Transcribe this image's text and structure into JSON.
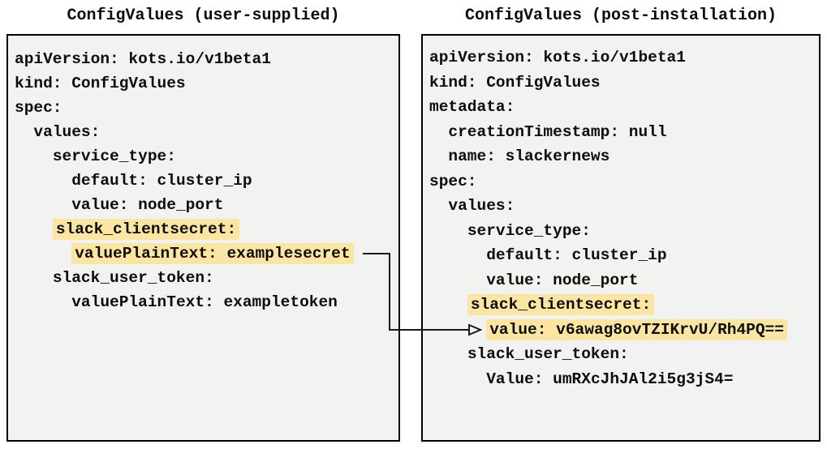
{
  "diagram": {
    "left_panel": {
      "title": "ConfigValues (user-supplied)",
      "lines": [
        {
          "indent": 0,
          "text": "apiVersion: kots.io/v1beta1",
          "highlight": false
        },
        {
          "indent": 0,
          "text": "kind: ConfigValues",
          "highlight": false
        },
        {
          "indent": 0,
          "text": "spec:",
          "highlight": false
        },
        {
          "indent": 2,
          "text": "values:",
          "highlight": false
        },
        {
          "indent": 4,
          "text": "service_type:",
          "highlight": false
        },
        {
          "indent": 6,
          "text": "default: cluster_ip",
          "highlight": false
        },
        {
          "indent": 6,
          "text": "value: node_port",
          "highlight": false
        },
        {
          "indent": 4,
          "text": "slack_clientsecret:",
          "highlight": true
        },
        {
          "indent": 6,
          "text": "valuePlainText: examplesecret",
          "highlight": true
        },
        {
          "indent": 4,
          "text": "slack_user_token:",
          "highlight": false
        },
        {
          "indent": 6,
          "text": "valuePlainText: exampletoken",
          "highlight": false
        }
      ]
    },
    "right_panel": {
      "title": "ConfigValues (post-installation)",
      "lines": [
        {
          "indent": 0,
          "text": "apiVersion: kots.io/v1beta1",
          "highlight": false
        },
        {
          "indent": 0,
          "text": "kind: ConfigValues",
          "highlight": false
        },
        {
          "indent": 0,
          "text": "metadata:",
          "highlight": false
        },
        {
          "indent": 2,
          "text": "creationTimestamp: null",
          "highlight": false
        },
        {
          "indent": 2,
          "text": "name: slackernews",
          "highlight": false
        },
        {
          "indent": 0,
          "text": "spec:",
          "highlight": false
        },
        {
          "indent": 2,
          "text": "values:",
          "highlight": false
        },
        {
          "indent": 4,
          "text": "service_type:",
          "highlight": false
        },
        {
          "indent": 6,
          "text": "default: cluster_ip",
          "highlight": false
        },
        {
          "indent": 6,
          "text": "value: node_port",
          "highlight": false
        },
        {
          "indent": 4,
          "text": "slack_clientsecret:",
          "highlight": true
        },
        {
          "indent": 6,
          "text": "value: v6awag8ovTZIKrvU/Rh4PQ==",
          "highlight": true
        },
        {
          "indent": 4,
          "text": "slack_user_token:",
          "highlight": false
        },
        {
          "indent": 6,
          "text": "Value: umRXcJhJAl2i5g3jS4=",
          "highlight": false
        }
      ]
    },
    "arrow": {
      "from": "valuePlainText: examplesecret (left panel)",
      "to": "value: v6awag8ovTZIKrvU/Rh4PQ== (right panel)"
    },
    "colors": {
      "highlight": "#fbe5a3",
      "panel_background": "#f2f2f1",
      "panel_border": "#000000",
      "arrow": "#1a1a1a",
      "text": "#0d0d0d"
    }
  }
}
